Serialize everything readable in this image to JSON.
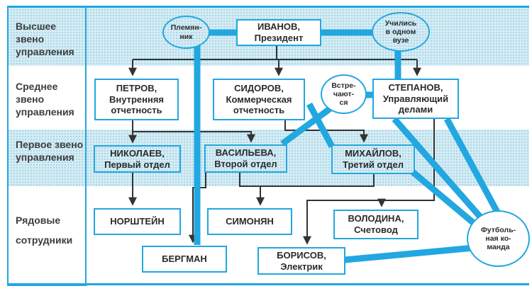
{
  "colors": {
    "accent_cyan": "#22a7e0",
    "formal_line": "#333333",
    "hatch_band": "#d6ecf4"
  },
  "sidebar": {
    "levels": [
      {
        "label": "Высшее звено управления"
      },
      {
        "label": "Среднее звено управления"
      },
      {
        "label": "Первое звено управления"
      },
      {
        "label": "Рядовые сотрудники"
      }
    ]
  },
  "nodes": {
    "ivanov": {
      "name": "ИВАНОВ,",
      "role": "Президент"
    },
    "petrov": {
      "name": "ПЕТРОВ,",
      "role": "Внутренняя отчетность"
    },
    "sidorov": {
      "name": "СИДОРОВ,",
      "role": "Коммерческая отчетность"
    },
    "stepanov": {
      "name": "СТЕПАНОВ,",
      "role": "Управляющий делами"
    },
    "nikolaev": {
      "name": "НИКОЛАЕВ,",
      "role": "Первый отдел"
    },
    "vasilieva": {
      "name": "ВАСИЛЬЕВА,",
      "role": "Второй отдел"
    },
    "mikhailov": {
      "name": "МИХАЙЛОВ,",
      "role": "Третий отдел"
    },
    "norshtein": {
      "name": "НОРШТЕЙН"
    },
    "simonyan": {
      "name": "СИМОНЯН"
    },
    "volodina": {
      "name": "ВОЛОДИНА,",
      "role": "Счетовод"
    },
    "bergman": {
      "name": "БЕРГМАН"
    },
    "borisov": {
      "name": "БОРИСОВ,",
      "role": "Электрик"
    }
  },
  "informal": {
    "plemyannik": {
      "lines": [
        "Племян-",
        "ник"
      ]
    },
    "uchilis": {
      "lines": [
        "Учились",
        "в одном",
        "вузе"
      ]
    },
    "vstrechayutsya": {
      "lines": [
        "Встре-",
        "чают-",
        "ся"
      ]
    },
    "football": {
      "lines": [
        "Футболь-",
        "ная ко-",
        "манда"
      ]
    }
  },
  "edges": {
    "formal": [
      [
        "Иванов",
        "Петров"
      ],
      [
        "Иванов",
        "Сидоров"
      ],
      [
        "Иванов",
        "Степанов"
      ],
      [
        "Петров",
        "Николаев"
      ],
      [
        "Петров",
        "Васильева"
      ],
      [
        "Сидоров",
        "Михайлов"
      ],
      [
        "Степанов",
        "Володина"
      ],
      [
        "Степанов",
        "Борисов"
      ],
      [
        "Николаев",
        "Норштейн"
      ],
      [
        "Васильева",
        "Бергман"
      ],
      [
        "Васильева",
        "Симонян"
      ],
      [
        "Михайлов",
        "Симонян"
      ]
    ],
    "informal": [
      [
        "Племянник",
        "Иванов"
      ],
      [
        "Племянник",
        "Бергман"
      ],
      [
        "Иванов",
        "Учились в одном вузе"
      ],
      [
        "Учились в одном вузе",
        "Степанов"
      ],
      [
        "Встречаются",
        "Степанов"
      ],
      [
        "Встречаются",
        "Васильева"
      ],
      [
        "Сидоров",
        "Михайлов"
      ],
      [
        "Степанов",
        "Футбольная команда"
      ],
      [
        "Михайлов",
        "Футбольная команда"
      ],
      [
        "Борисов",
        "Футбольная команда"
      ]
    ]
  }
}
